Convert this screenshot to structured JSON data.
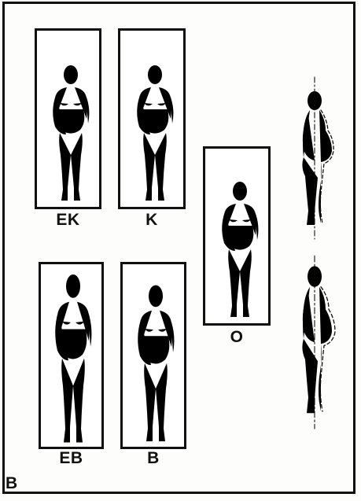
{
  "panel_label": "B",
  "figures": [
    {
      "id": "ek",
      "label": "EK"
    },
    {
      "id": "k",
      "label": "K"
    },
    {
      "id": "o",
      "label": "O"
    },
    {
      "id": "eb",
      "label": "EB"
    },
    {
      "id": "b",
      "label": "B"
    }
  ],
  "profiles": [
    {
      "id": "profile-upper"
    },
    {
      "id": "profile-lower"
    }
  ]
}
